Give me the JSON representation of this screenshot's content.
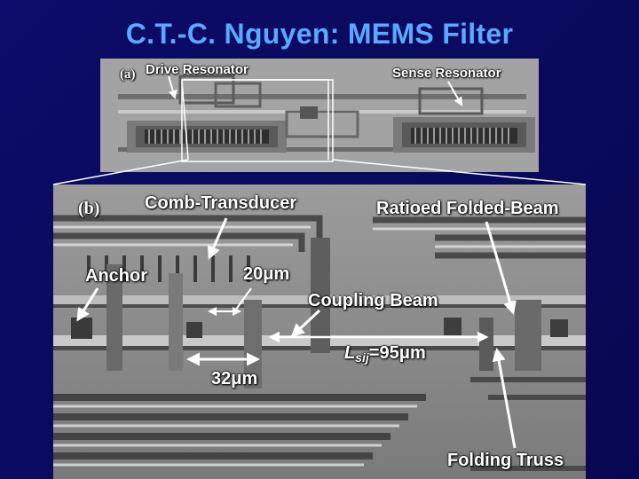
{
  "title": "C.T.-C. Nguyen: MEMS Filter",
  "panel_a": {
    "tag": "(a)",
    "drive_resonator": "Drive Resonator",
    "sense_resonator": "Sense Resonator"
  },
  "panel_b": {
    "tag": "(b)",
    "comb_transducer": "Comb-Transducer",
    "ratioed_folded_beam": "Ratioed Folded-Beam",
    "anchor": "Anchor",
    "dim_20": "20μm",
    "coupling_beam": "Coupling Beam",
    "lsij_symbol": "L",
    "lsij_sub": "sij",
    "lsij_value": "=95μm",
    "dim_32": "32μm",
    "folding_truss": "Folding Truss"
  },
  "colors": {
    "background": "#0a0a5e",
    "title": "#5aa8ff",
    "label": "#ffffff"
  }
}
